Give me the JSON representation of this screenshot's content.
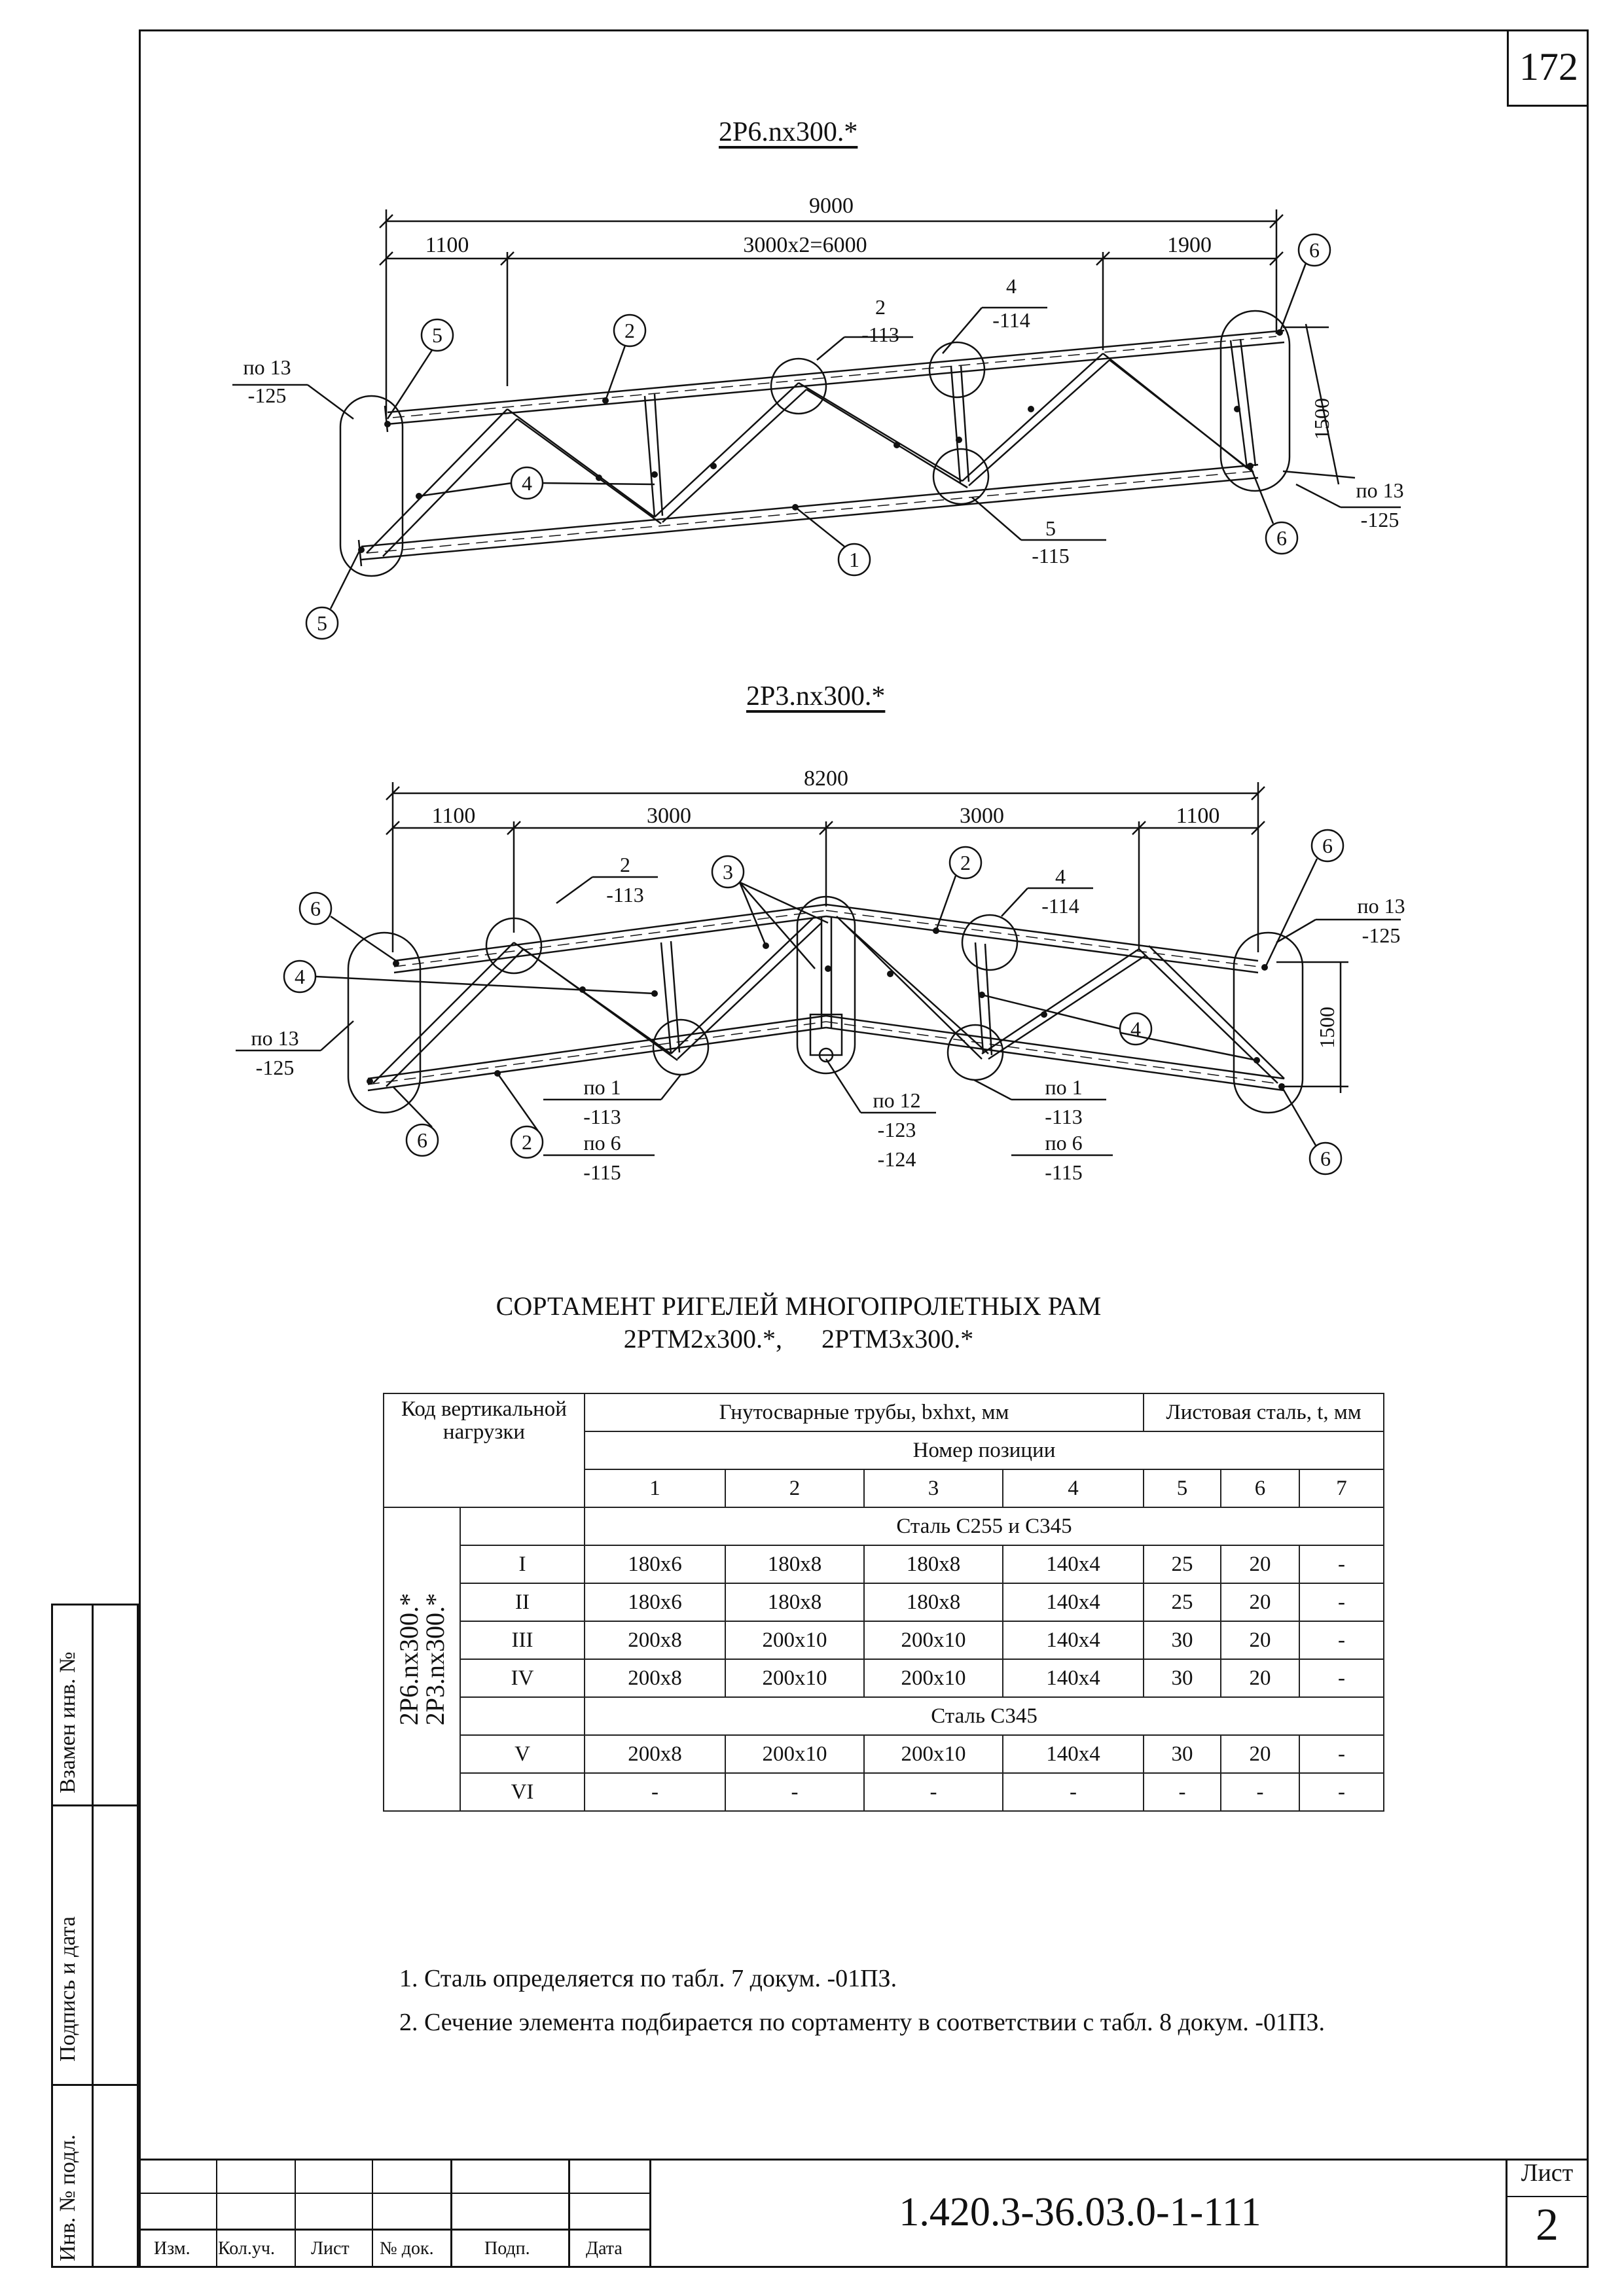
{
  "sheet_corner_number": "172",
  "drawing1": {
    "title": "2Р6.nx300.*",
    "dims": {
      "total": "9000",
      "left": "1100",
      "mid": "3000x2=6000",
      "right": "1900",
      "height": "1500"
    },
    "callouts": {
      "c5a": "5",
      "c2": "2",
      "c2_note_num": "2",
      "c2_note_val": "-113",
      "c4_note_num": "4",
      "c4_note_val": "-114",
      "c6a": "6",
      "left_note_a": "по 13",
      "left_note_b": "-125",
      "right_note_a": "по 13",
      "right_note_b": "-125",
      "c4": "4",
      "c5_note_num": "5",
      "c5_note_val": "-115",
      "c1": "1",
      "c5b": "5",
      "c6b": "6"
    }
  },
  "drawing2": {
    "title": "2Р3.nx300.*",
    "dims": {
      "total": "8200",
      "d1": "1100",
      "d2": "3000",
      "d3": "3000",
      "d4": "1100",
      "height": "1500"
    },
    "callouts": {
      "c6a": "6",
      "c2_note_num": "2",
      "c2_note_val": "-113",
      "c3": "3",
      "c2b": "2",
      "c4_note_num": "4",
      "c4_note_val": "-114",
      "c6b": "6",
      "right_note_a": "по 13",
      "right_note_b": "-125",
      "c4a": "4",
      "left_note_a": "по 13",
      "left_note_b": "-125",
      "c4b": "4",
      "c6c": "6",
      "c2c": "2",
      "n1a": "по 1",
      "n1b": "-113",
      "n1c": "по 6",
      "n1d": "-115",
      "n2a": "по 12",
      "n2b": "-123",
      "n2c": "-124",
      "n3a": "по 1",
      "n3b": "-113",
      "n3c": "по 6",
      "n3d": "-115",
      "c6d": "6"
    }
  },
  "table": {
    "heading_line1": "СОРТАМЕНТ РИГЕЛЕЙ МНОГОПРОЛЕТНЫХ РАМ",
    "heading_line2a": "2РТМ2х300.*,",
    "heading_line2b": "2РТМ3х300.*",
    "code_header": "Код вертикальной нагрузки",
    "pipes_header": "Гнутосварные трубы, bxhxt, мм",
    "sheet_header": "Листовая сталь, t, мм",
    "position_header": "Номер позиции",
    "positions": [
      "1",
      "2",
      "3",
      "4",
      "5",
      "6",
      "7"
    ],
    "group_label_1": "2Р6.nx300.*",
    "group_label_2": "2Р3.nx300.*",
    "steel_a": "Сталь С255 и С345",
    "steel_b": "Сталь С345",
    "rows_a": [
      [
        "I",
        "180x6",
        "180x8",
        "180x8",
        "140x4",
        "25",
        "20",
        "-"
      ],
      [
        "II",
        "180x6",
        "180x8",
        "180x8",
        "140x4",
        "25",
        "20",
        "-"
      ],
      [
        "III",
        "200x8",
        "200x10",
        "200x10",
        "140x4",
        "30",
        "20",
        "-"
      ],
      [
        "IV",
        "200x8",
        "200x10",
        "200x10",
        "140x4",
        "30",
        "20",
        "-"
      ]
    ],
    "rows_b": [
      [
        "V",
        "200x8",
        "200x10",
        "200x10",
        "140x4",
        "30",
        "20",
        "-"
      ],
      [
        "VI",
        "-",
        "-",
        "-",
        "-",
        "-",
        "-",
        "-"
      ]
    ]
  },
  "notes": [
    "1. Сталь определяется по табл. 7 докум. -01ПЗ.",
    "2. Сечение элемента подбирается по сортаменту в соответствии с табл. 8 докум. -01ПЗ."
  ],
  "side": {
    "vzamen": "Взамен инв. №",
    "podpis": "Подпись и дата",
    "inv": "Инв. № подл."
  },
  "title_block": {
    "labels": [
      "Изм.",
      "Кол.уч.",
      "Лист",
      "№ док.",
      "Подп.",
      "Дата"
    ],
    "doc_code": "1.420.3-36.03.0-1-111",
    "list_label": "Лист",
    "list_number": "2"
  }
}
